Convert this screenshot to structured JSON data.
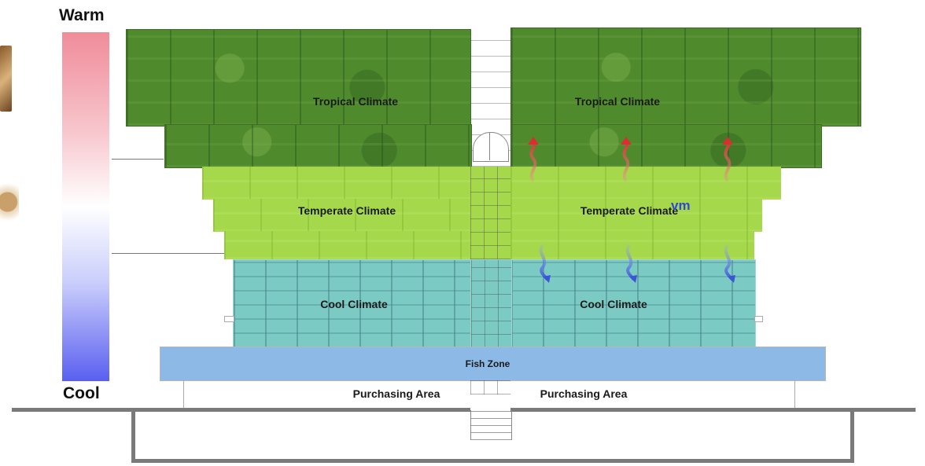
{
  "scale": {
    "top_label": "Warm",
    "bottom_label": "Cool",
    "top_color": "#f08c9a",
    "bottom_color": "#5a5ff0"
  },
  "zones": {
    "tropical": {
      "left_label": "Tropical Climate",
      "right_label": "Tropical Climate",
      "color": "#4f8a2c"
    },
    "temperate": {
      "left_label": "Temperate Climate",
      "right_label": "Temperate Climate",
      "color": "#a6d84c"
    },
    "cool": {
      "left_label": "Cool Climate",
      "right_label": "Cool Climate",
      "color": "#7ccac4"
    },
    "fish": {
      "label": "Fish  Zone",
      "color": "#8db9e6"
    },
    "purchasing": {
      "left_label": "Purchasing Area",
      "right_label": "Purchasing Area"
    }
  },
  "annotation": {
    "text": "vm",
    "color": "#3047d8"
  },
  "airflow": {
    "warm_arrow_color": "#d83030",
    "cool_arrow_color": "#3a55d8",
    "warm_arrows": 3,
    "cool_arrows": 3
  }
}
